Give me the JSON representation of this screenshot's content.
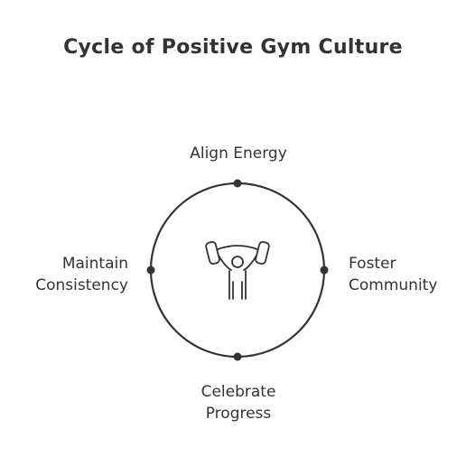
{
  "title": "Cycle of Positive Gym Culture",
  "colors": {
    "stroke": "#333333",
    "background": "#ffffff"
  },
  "center_icon": "weightlifter-icon",
  "nodes": {
    "top": {
      "line1": "Align Energy"
    },
    "right": {
      "line1": "Foster",
      "line2": "Community"
    },
    "bottom": {
      "line1": "Celebrate",
      "line2": "Progress"
    },
    "left": {
      "line1": "Maintain",
      "line2": "Consistency"
    }
  }
}
